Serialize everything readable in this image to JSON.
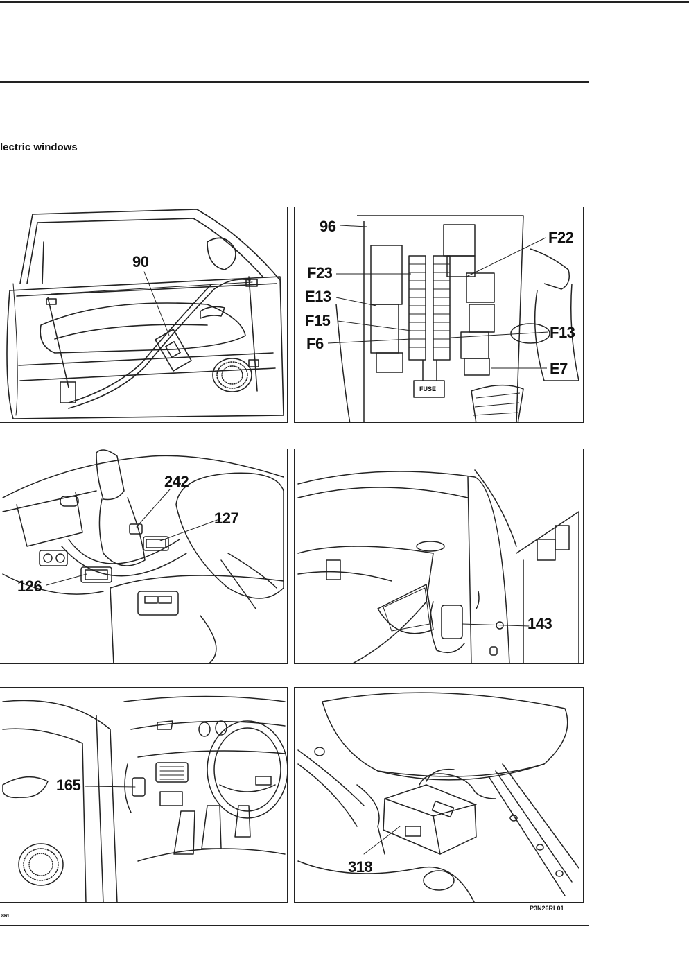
{
  "page": {
    "title": "lectric windows",
    "page_code": "P3N26RL01",
    "corner_mark": "8RL"
  },
  "panels": [
    {
      "id": "door",
      "callouts": [
        "90"
      ]
    },
    {
      "id": "fusebox",
      "callouts": [
        "96",
        "F22",
        "F23",
        "E13",
        "F15",
        "F6",
        "F13",
        "E7"
      ],
      "fuse_label": "FUSE"
    },
    {
      "id": "console",
      "callouts": [
        "242",
        "127",
        "126"
      ]
    },
    {
      "id": "a-pillar",
      "callouts": [
        "143"
      ]
    },
    {
      "id": "dashboard",
      "callouts": [
        "165"
      ]
    },
    {
      "id": "under-seat",
      "callouts": [
        "318"
      ]
    }
  ]
}
